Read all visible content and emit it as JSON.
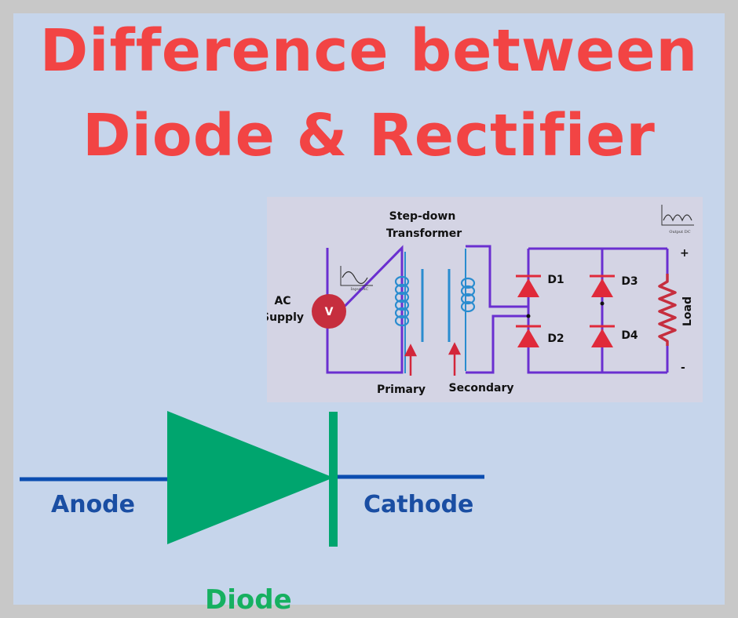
{
  "title": {
    "line1": "Difference between",
    "line2": "Diode & Rectifier"
  },
  "rectifier": {
    "transformer_label_1": "Step-down",
    "transformer_label_2": "Transformer",
    "ac_label_1": "AC",
    "ac_label_2": "Supply",
    "voltmeter": "V",
    "input_wave_label": "Input AC",
    "output_wave_label": "Output DC",
    "primary": "Primary",
    "secondary": "Secondary",
    "d1": "D1",
    "d2": "D2",
    "d3": "D3",
    "d4": "D4",
    "load": "Load",
    "plus": "+",
    "minus": "-"
  },
  "diode": {
    "anode": "Anode",
    "cathode": "Cathode",
    "caption": "Diode"
  },
  "colors": {
    "title": "#f24444",
    "background": "#c6d5eb",
    "wire": "#6a2fd0",
    "diode_fill": "#00a56e",
    "lead": "#0b4db0",
    "label_blue": "#1a4ea3",
    "caption_green": "#16b060",
    "circuit_diode": "#e02a3a"
  }
}
